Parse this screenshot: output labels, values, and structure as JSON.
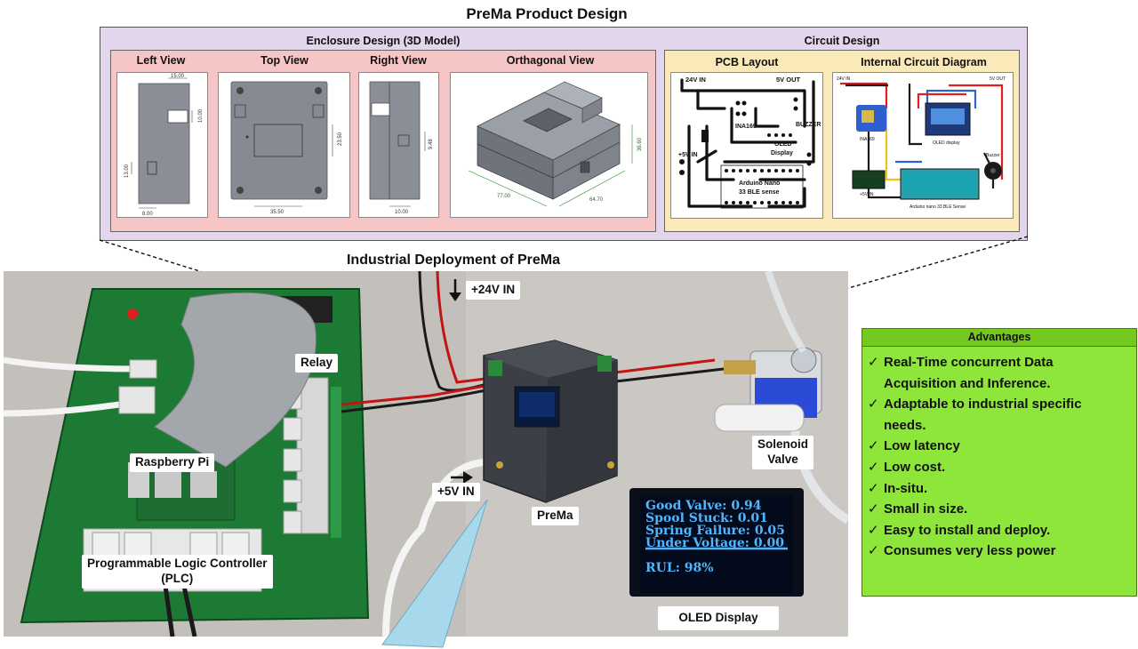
{
  "main_title": "PreMa Product Design",
  "enclosure": {
    "title": "Enclosure Design (3D Model)",
    "views": {
      "left": "Left View",
      "top": "Top View",
      "right": "Right View",
      "orth": "Orthagonal View"
    },
    "dims": {
      "left_15": "15.00",
      "left_10": "10.00",
      "left_13": "13.00",
      "left_8": "8.00",
      "top_23": "23.50",
      "top_35": "35.50",
      "right_9": "9.48",
      "right_10": "10.00",
      "orth_a": "36.60",
      "orth_b": "77.00",
      "orth_c": "64.70"
    }
  },
  "circuit": {
    "title": "Circuit Design",
    "pcb": {
      "title": "PCB Layout",
      "v24": "24V IN",
      "v5out": "5V  OUT",
      "ina": "INA169",
      "oled": "OLED\nDisplay",
      "buzzer": "BUZZER",
      "v5in": "+5V IN",
      "nano": "Arduino Nano\n33 BLE sense"
    },
    "internal": {
      "title": "Internal Circuit Diagram",
      "v24": "24V IN",
      "v5out": "5V OUT",
      "ina": "INA169",
      "oled": "OLED display",
      "buzzer": "Buzzer",
      "v5in": "+5V IN",
      "nano": "Arduino nano 33 BLE Sense"
    }
  },
  "deployment": {
    "title": "Industrial Deployment of PreMa",
    "labels": {
      "v24": "+24V IN",
      "relay": "Relay",
      "rpi": "Raspberry Pi",
      "plc": "Programmable Logic Controller\n(PLC)",
      "v5": "+5V IN",
      "prema": "PreMa",
      "solenoid": "Solenoid\nValve",
      "oled_display": "OLED Display"
    },
    "oled_screen": {
      "line1": "Good Valve: 0.94",
      "line2": "Spool Stuck: 0.01",
      "line3": "Spring Failure: 0.05",
      "line4": "Under Voltage: 0.00",
      "line5": "RUL: 98%"
    }
  },
  "advantages": {
    "title": "Advantages",
    "check": "✓",
    "items": [
      "Real-Time concurrent Data\n Acquisition and Inference.",
      "Adaptable to industrial specific\nneeds.",
      "Low latency",
      "Low cost.",
      "In-situ.",
      "Small in size.",
      "Easy to install and deploy.",
      "Consumes very less power"
    ]
  },
  "colors": {
    "design_bg": "#e3d6ec",
    "enclosure_bg": "#f6c6c6",
    "circuit_bg": "#fbeab9",
    "advantages_bg": "#8ee63a",
    "oled_text": "#4fb6ff",
    "pcb_board": "#1d7a34"
  }
}
